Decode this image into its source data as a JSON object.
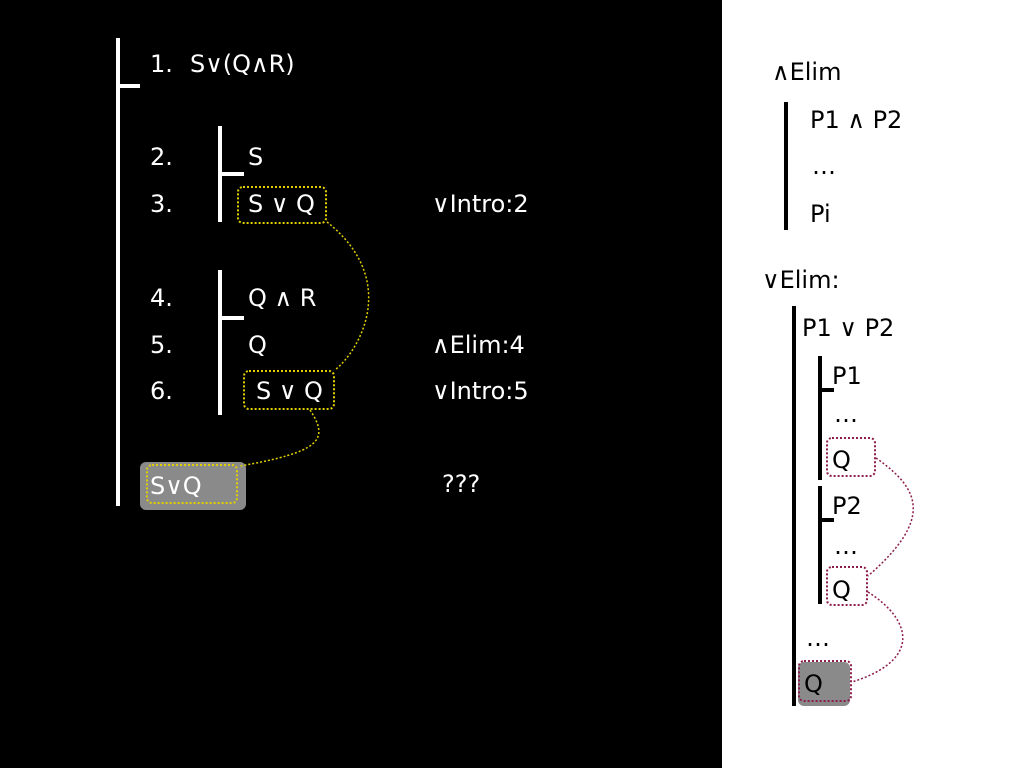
{
  "proof": {
    "line1": {
      "num": "1.",
      "formula": "S∨(Q∧R)"
    },
    "line2": {
      "num": "2.",
      "formula": "S"
    },
    "line3": {
      "num": "3.",
      "formula": "S ∨ Q",
      "rule": "∨Intro:2"
    },
    "line4": {
      "num": "4.",
      "formula": "Q ∧ R"
    },
    "line5": {
      "num": "5.",
      "formula": "Q",
      "rule": "∧Elim:4"
    },
    "line6": {
      "num": "6.",
      "formula": "S ∨ Q",
      "rule": "∨Intro:5"
    },
    "conclusion": {
      "formula": "S∨Q",
      "rule": "???"
    }
  },
  "and_elim": {
    "title": "∧Elim",
    "premise": "P1 ∧ P2",
    "dots": "…",
    "result": "Pi"
  },
  "or_elim": {
    "title": "∨Elim:",
    "premise": "P1 ∨ P2",
    "sub1": {
      "assume": "P1",
      "dots": "…",
      "result": "Q"
    },
    "sub2": {
      "assume": "P2",
      "dots": "…",
      "result": "Q"
    },
    "dots": "…",
    "result": "Q"
  },
  "colors": {
    "link_yellow": "#e0d000",
    "link_magenta": "#8b1c4b",
    "highlight_gray": "#8a8a8a"
  }
}
